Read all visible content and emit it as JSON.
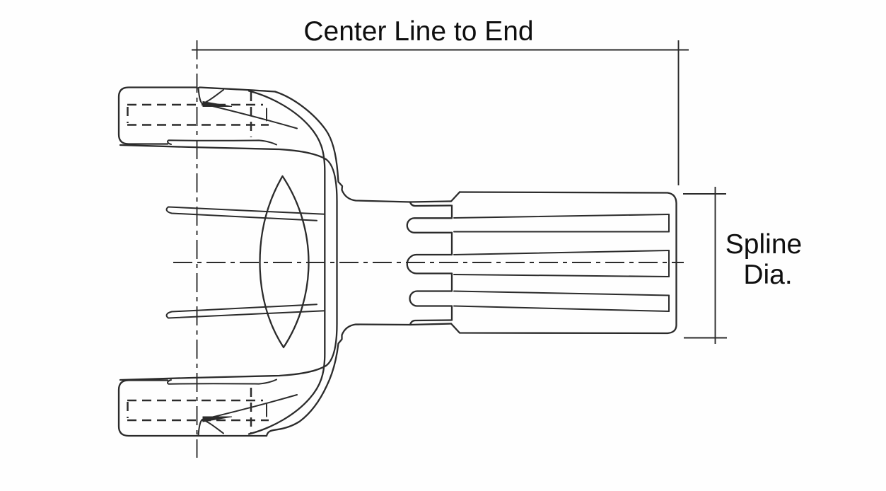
{
  "diagram": {
    "type": "technical-line-drawing",
    "subject": "Drive shaft end yoke with splined stub shaft",
    "labels": {
      "center_line_to_end": "Center Line to End",
      "spline_dia_line1": "Spline",
      "spline_dia_line2": "Dia."
    },
    "colors": {
      "line": "#2b2b2b",
      "text": "#0f0f0f",
      "background": "#fefefe"
    }
  }
}
